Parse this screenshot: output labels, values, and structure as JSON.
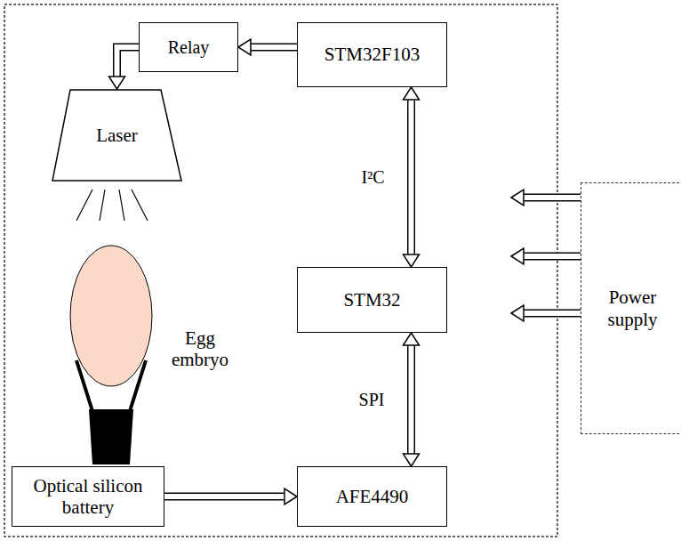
{
  "diagram": {
    "nodes": [
      {
        "text": [
          "Relay"
        ]
      },
      {
        "text": [
          "STM32F103"
        ]
      },
      {
        "text": [
          "Laser"
        ]
      },
      {
        "text": [
          "Egg embryo"
        ]
      },
      {
        "text": [
          "STM32"
        ]
      },
      {
        "text": [
          "Optical silicon battery"
        ]
      },
      {
        "text": [
          "AFE4490"
        ]
      },
      {
        "text": [
          "Power supply"
        ]
      }
    ],
    "edges": [
      {
        "from": 1,
        "to": 0,
        "arrow": "to"
      },
      {
        "from": 0,
        "to": 2,
        "arrow": "to"
      },
      {
        "from": 1,
        "to": 4,
        "label": "I²C",
        "arrow": "both"
      },
      {
        "from": 4,
        "to": 6,
        "label": "SPI",
        "arrow": "both"
      },
      {
        "from": 5,
        "to": 6,
        "arrow": "to"
      }
    ]
  }
}
